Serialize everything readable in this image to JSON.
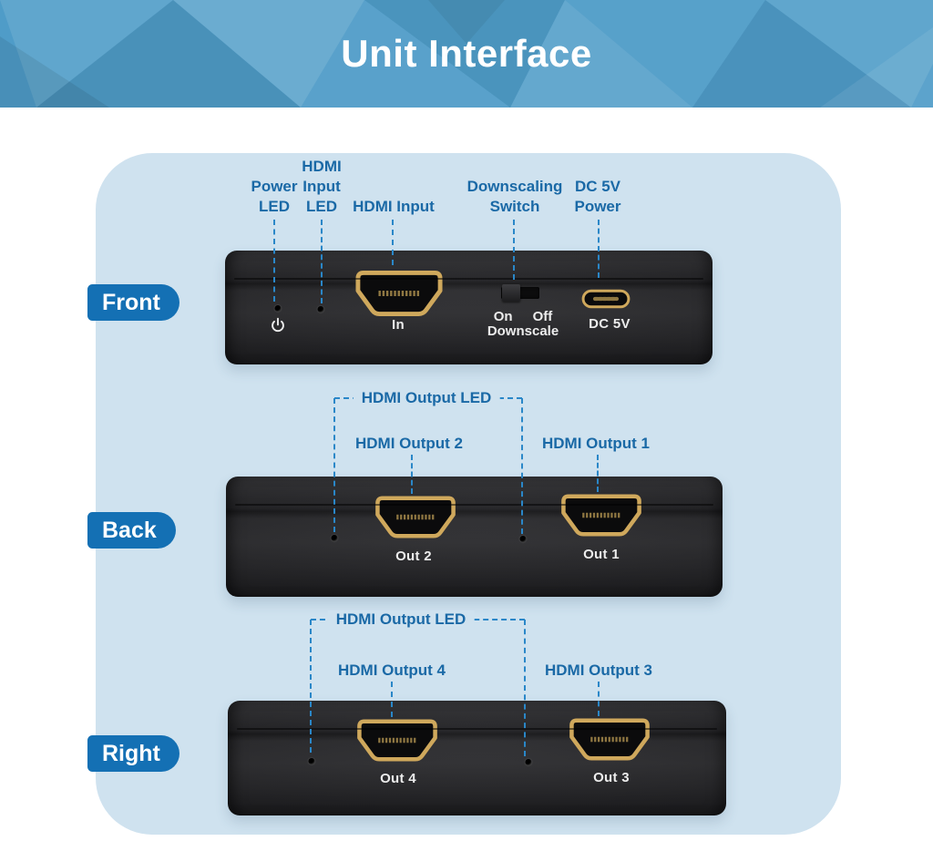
{
  "header": {
    "title": "Unit Interface"
  },
  "colors": {
    "banner_blue": "#4f9cc8",
    "panel_blue": "#cfe2ef",
    "label_blue": "#1a69a6",
    "dash_blue": "#2a87c8",
    "badge_blue": "#1470b4",
    "connector_gold": "#cfa85c",
    "device_black": "#232325"
  },
  "icons": {
    "power": "power-symbol",
    "hdmi": "hdmi-port",
    "usb_c": "usb-c-port",
    "led": "led-hole"
  },
  "front": {
    "badge": "Front",
    "callouts": {
      "power_led": [
        "Power",
        "LED"
      ],
      "hdmi_input_led": [
        "HDMI",
        "Input",
        "LED"
      ],
      "hdmi_input": "HDMI Input",
      "downscaling_switch": [
        "Downscaling",
        "Switch"
      ],
      "dc_power": [
        "DC 5V",
        "Power"
      ]
    },
    "device": {
      "input_port_label": "In",
      "switch_on": "On",
      "switch_off": "Off",
      "switch_caption": "Downscale",
      "power_port_label": "DC 5V"
    }
  },
  "back": {
    "badge": "Back",
    "bracket_label": "HDMI Output LED",
    "callouts": {
      "output2": "HDMI Output 2",
      "output1": "HDMI Output 1"
    },
    "device": {
      "port_left_label": "Out 2",
      "port_right_label": "Out 1"
    }
  },
  "right": {
    "badge": "Right",
    "bracket_label": "HDMI Output LED",
    "callouts": {
      "output4": "HDMI Output 4",
      "output3": "HDMI Output 3"
    },
    "device": {
      "port_left_label": "Out 4",
      "port_right_label": "Out 3"
    }
  }
}
